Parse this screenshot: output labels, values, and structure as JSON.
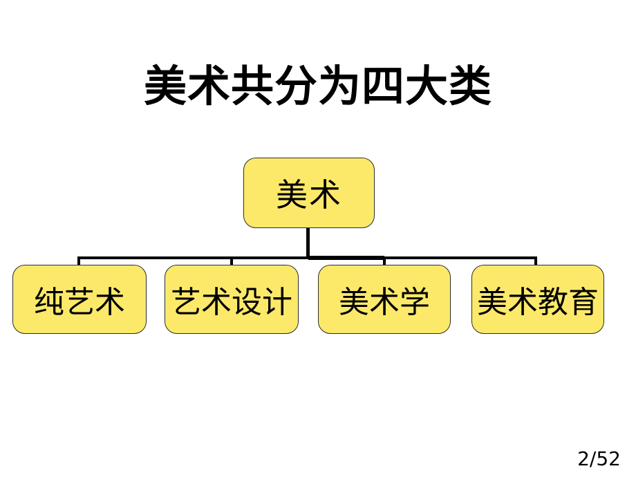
{
  "slide": {
    "title": "美术共分为四大类",
    "page_counter": "2/52",
    "background_color": "#FFFFFF"
  },
  "diagram": {
    "type": "hierarchy",
    "node_fill_color": "#FCE96A",
    "node_border_color": "#2B2B2B",
    "connector_color": "#000000",
    "root": {
      "label": "美术"
    },
    "children": [
      {
        "label": "纯艺术"
      },
      {
        "label": "艺术设计"
      },
      {
        "label": "美术学"
      },
      {
        "label": "美术教育"
      }
    ]
  }
}
